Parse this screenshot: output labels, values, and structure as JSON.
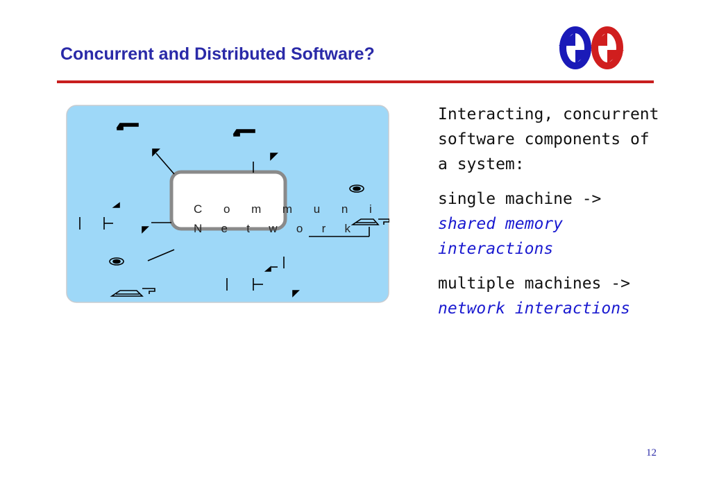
{
  "slide": {
    "title": "Concurrent and Distributed Software?",
    "page_number": "12"
  },
  "figure": {
    "box_line1": "C o m m u n i c",
    "box_line2": "N e t w o r k"
  },
  "body": {
    "para1": "Interacting, concurrent software components of a system:",
    "para2_prefix": "single machine ->",
    "para2_emph": "shared memory interactions",
    "para3_prefix": "multiple machines ->",
    "para3_emph": "network interactions"
  },
  "colors": {
    "title": "#2a2aa8",
    "rule": "#c81e1e",
    "figure_bg": "#9ed8f8",
    "emphasis": "#1a1ad0"
  }
}
